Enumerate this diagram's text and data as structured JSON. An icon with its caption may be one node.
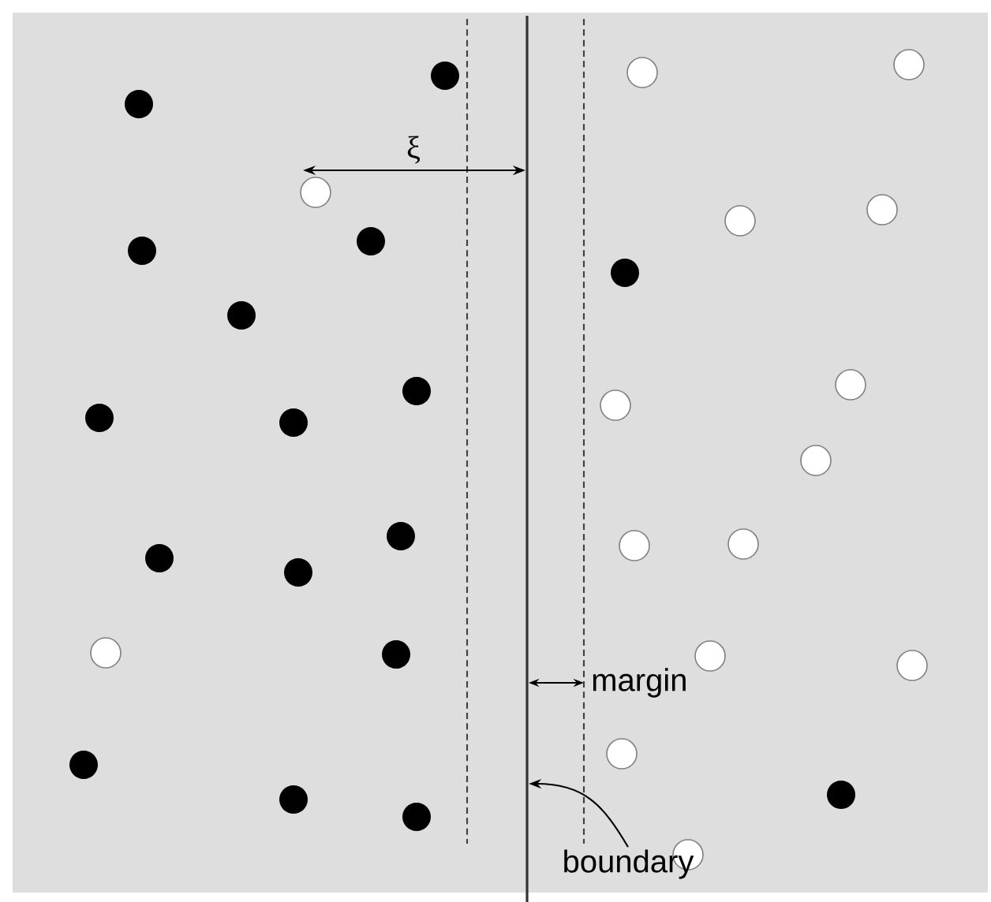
{
  "diagram": {
    "nodes": [
      {
        "text": [
          "boundary"
        ]
      },
      {
        "text": [],
        "shape": "line"
      }
    ],
    "edges": [
      {
        "from": 0,
        "to": 1,
        "arrow": "to"
      }
    ],
    "labels": [
      "ξ",
      "margin"
    ]
  }
}
